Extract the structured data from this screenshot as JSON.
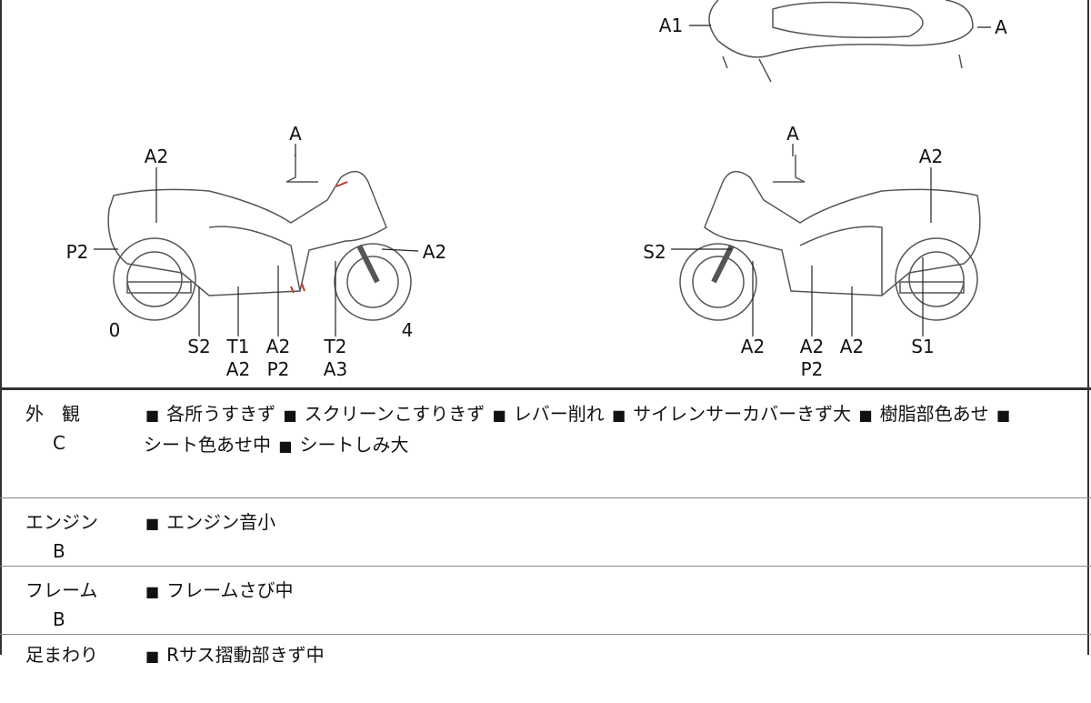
{
  "diagram": {
    "top_view": {
      "labels": [
        "A1",
        "A"
      ]
    },
    "left_view": {
      "labels": [
        "A",
        "A2",
        "P2",
        "A2",
        "0",
        "4",
        "S2",
        "T1",
        "A2",
        "A2",
        "P2",
        "T2",
        "A3"
      ]
    },
    "right_view": {
      "labels": [
        "A",
        "A2",
        "S2",
        "A2",
        "A2",
        "P2",
        "A2",
        "S1"
      ]
    }
  },
  "conditions": [
    {
      "category": "外　観",
      "grade": "C",
      "items": [
        "各所うすきず",
        "スクリーンこすりきず",
        "レバー削れ",
        "サイレンサーカバーきず大",
        "樹脂部色あせ",
        "シート色あせ中",
        "シートしみ大"
      ]
    },
    {
      "category": "エンジン",
      "grade": "B",
      "items": [
        "エンジン音小"
      ]
    },
    {
      "category": "フレーム",
      "grade": "B",
      "items": [
        "フレームさび中"
      ]
    },
    {
      "category": "足まわり",
      "grade": "",
      "items": [
        "Rサス摺動部きず中"
      ]
    }
  ],
  "colors": {
    "line": "#333333",
    "damage_mark": "#c0392b"
  }
}
